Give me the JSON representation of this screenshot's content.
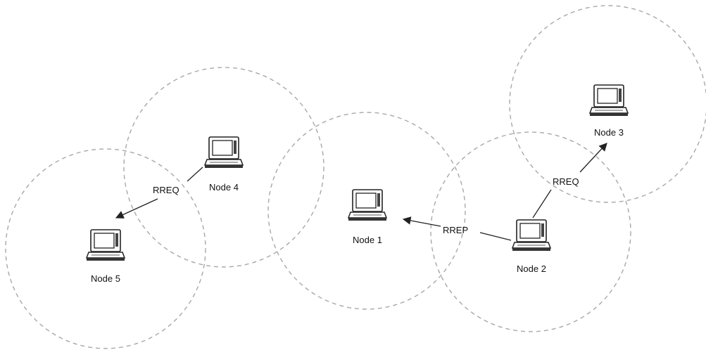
{
  "nodes": [
    {
      "id": "node-1",
      "label": "Node 1"
    },
    {
      "id": "node-2",
      "label": "Node 2"
    },
    {
      "id": "node-3",
      "label": "Node 3"
    },
    {
      "id": "node-4",
      "label": "Node 4"
    },
    {
      "id": "node-5",
      "label": "Node 5"
    }
  ],
  "messages": [
    {
      "id": "rrep-2-to-1",
      "from": "Node 2",
      "to": "Node 1",
      "label": "RREP"
    },
    {
      "id": "rreq-2-to-3",
      "from": "Node 2",
      "to": "Node 3",
      "label": "RREQ"
    },
    {
      "id": "rreq-4-to-5",
      "from": "Node 4",
      "to": "Node 5",
      "label": "RREQ"
    }
  ],
  "colors": {
    "range_stroke": "#a8a8a8",
    "line": "#222222",
    "text": "#111111"
  },
  "icons": {
    "node": "laptop-icon"
  }
}
